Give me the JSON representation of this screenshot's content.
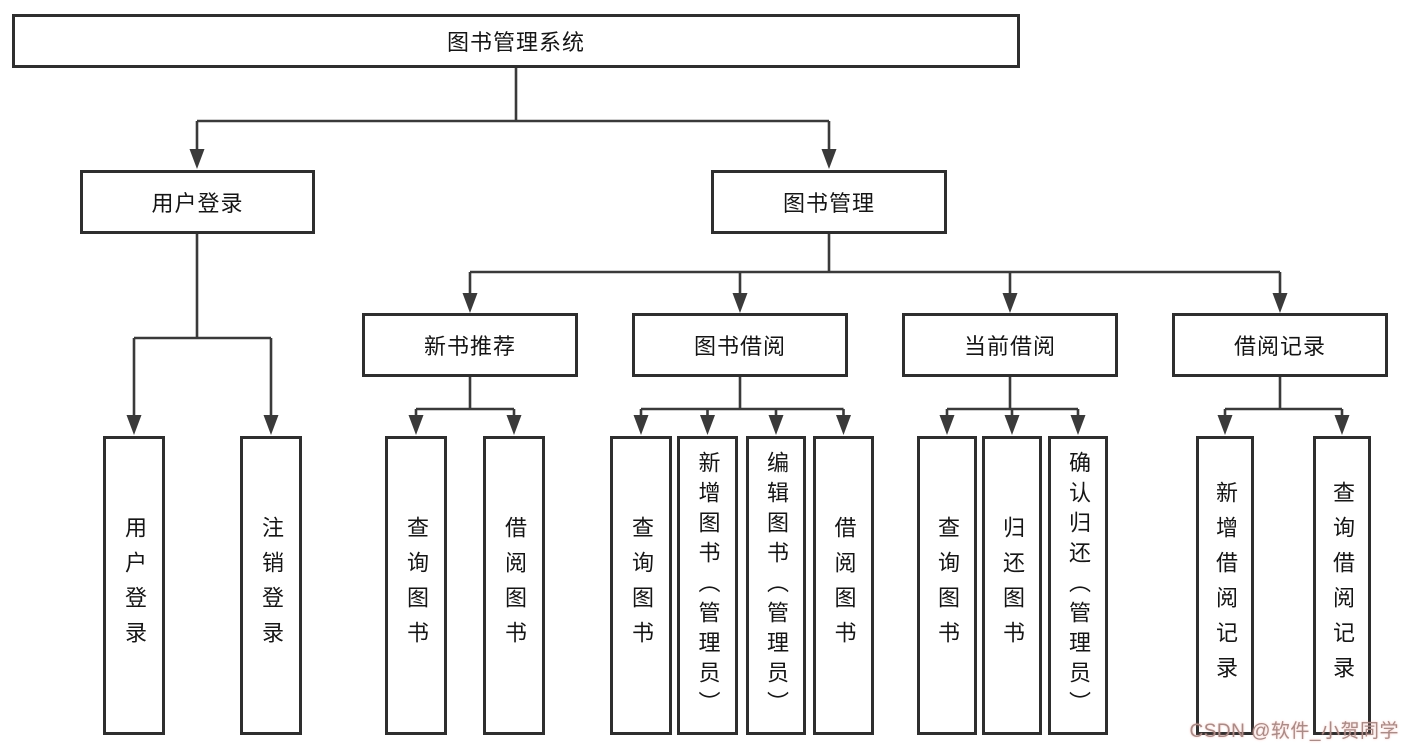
{
  "tree": {
    "root": {
      "label": "图书管理系统",
      "children": [
        {
          "label": "用户登录",
          "children": [
            {
              "label": "用户登录"
            },
            {
              "label": "注销登录"
            }
          ]
        },
        {
          "label": "图书管理",
          "children": [
            {
              "label": "新书推荐",
              "children": [
                {
                  "label": "查询图书"
                },
                {
                  "label": "借阅图书"
                }
              ]
            },
            {
              "label": "图书借阅",
              "children": [
                {
                  "label": "查询图书"
                },
                {
                  "label": "新增图书（管理员）"
                },
                {
                  "label": "编辑图书（管理员）"
                },
                {
                  "label": "借阅图书"
                }
              ]
            },
            {
              "label": "当前借阅",
              "children": [
                {
                  "label": "查询图书"
                },
                {
                  "label": "归还图书"
                },
                {
                  "label": "确认归还（管理员）"
                }
              ]
            },
            {
              "label": "借阅记录",
              "children": [
                {
                  "label": "新增借阅记录"
                },
                {
                  "label": "查询借阅记录"
                }
              ]
            }
          ]
        }
      ]
    }
  },
  "watermark": {
    "text": "CSDN @软件_小贺同学"
  },
  "colors": {
    "line": "#3a3a3a",
    "box_border": "#2e2e2e",
    "box_fill": "#ffffff",
    "text": "#151515",
    "watermark": "#a98b87"
  }
}
